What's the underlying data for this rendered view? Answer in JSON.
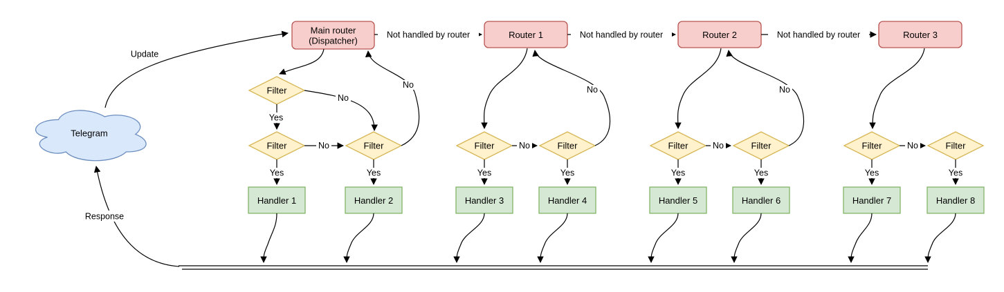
{
  "diagram": {
    "cloud_label": "Telegram",
    "routers": [
      {
        "line1": "Main router",
        "line2": "(Dispatcher)"
      },
      {
        "line1": "Router 1"
      },
      {
        "line1": "Router 2"
      },
      {
        "line1": "Router 3"
      }
    ],
    "filter_label": "Filter",
    "handlers": [
      "Handler 1",
      "Handler 2",
      "Handler 3",
      "Handler 4",
      "Handler 5",
      "Handler 6",
      "Handler 7",
      "Handler 8"
    ],
    "edge_labels": {
      "update": "Update",
      "response": "Response",
      "not_handled": "Not handled by router",
      "yes": "Yes",
      "no": "No"
    },
    "colors": {
      "router_fill": "#f8cecc",
      "router_stroke": "#b85450",
      "filter_fill": "#fff2cc",
      "filter_stroke": "#d6b656",
      "handler_fill": "#d5e8d4",
      "handler_stroke": "#82b366",
      "cloud_fill": "#dae8fc",
      "cloud_stroke": "#6c8ebf",
      "edge_color": "#000000",
      "text_color": "#000000",
      "background": "#ffffff"
    }
  }
}
